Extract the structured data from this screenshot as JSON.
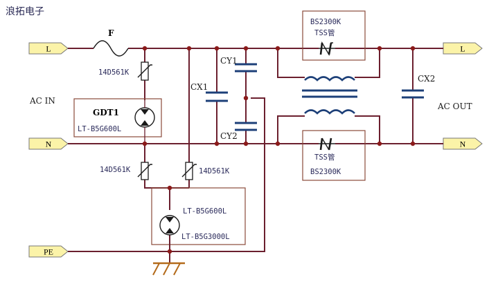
{
  "title": "浪拓电子",
  "terminals": {
    "in_l": "L",
    "in_n": "N",
    "pe": "PE",
    "out_l": "L",
    "out_n": "N"
  },
  "labels": {
    "ac_in": "AC IN",
    "ac_out": "AC OUT",
    "fuse": "F",
    "mov_top": "14D561K",
    "mov_left": "14D561K",
    "mov_right": "14D561K",
    "gdt1_name": "GDT1",
    "gdt1_part": "LT-B5G600L",
    "gdt2_part_a": "LT-B5G600L",
    "gdt2_part_b": "LT-B5G3000L",
    "cx1": "CX1",
    "cx2": "CX2",
    "cy1": "CY1",
    "cy2": "CY2",
    "tss_top_part": "BS2300K",
    "tss_top_type": "TSS管",
    "tss_bot_part": "BS2300K",
    "tss_bot_type": "TSS管"
  },
  "colors": {
    "wire": "#6b1f2e",
    "terminal_fill": "#fbf3a8",
    "capacitor": "#1c3f78",
    "node": "#8b1a1a"
  }
}
